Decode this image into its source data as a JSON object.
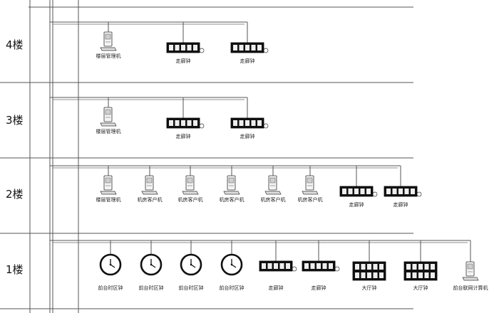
{
  "floors": [
    {
      "label": "4楼",
      "devices": [
        {
          "kind": "pc",
          "label": "楼层管理机"
        },
        {
          "kind": "corridor",
          "label": "走廊钟"
        },
        {
          "kind": "corridor",
          "label": "走廊钟"
        }
      ]
    },
    {
      "label": "3楼",
      "devices": [
        {
          "kind": "pc",
          "label": "楼层管理机"
        },
        {
          "kind": "corridor",
          "label": "走廊钟"
        },
        {
          "kind": "corridor",
          "label": "走廊钟"
        }
      ]
    },
    {
      "label": "2楼",
      "devices": [
        {
          "kind": "pc",
          "label": "楼层管理机"
        },
        {
          "kind": "pc",
          "label": "机房客户机"
        },
        {
          "kind": "pc",
          "label": "机房客户机"
        },
        {
          "kind": "pc",
          "label": "机房客户机"
        },
        {
          "kind": "pc",
          "label": "机房客户机"
        },
        {
          "kind": "pc",
          "label": "机房客户机"
        },
        {
          "kind": "corridor",
          "label": "走廊钟"
        },
        {
          "kind": "corridor",
          "label": "走廊钟"
        }
      ]
    },
    {
      "label": "1楼",
      "devices": [
        {
          "kind": "clock",
          "label": "前台时区钟"
        },
        {
          "kind": "clock",
          "label": "前台时区钟"
        },
        {
          "kind": "clock",
          "label": "前台时区钟"
        },
        {
          "kind": "clock",
          "label": "前台时区钟"
        },
        {
          "kind": "corridor",
          "label": "走廊钟"
        },
        {
          "kind": "corridor",
          "label": "走廊钟"
        },
        {
          "kind": "hall",
          "label": "大厅钟"
        },
        {
          "kind": "hall",
          "label": "大厅钟"
        },
        {
          "kind": "pc",
          "label": "前台联网计算机"
        }
      ]
    }
  ]
}
